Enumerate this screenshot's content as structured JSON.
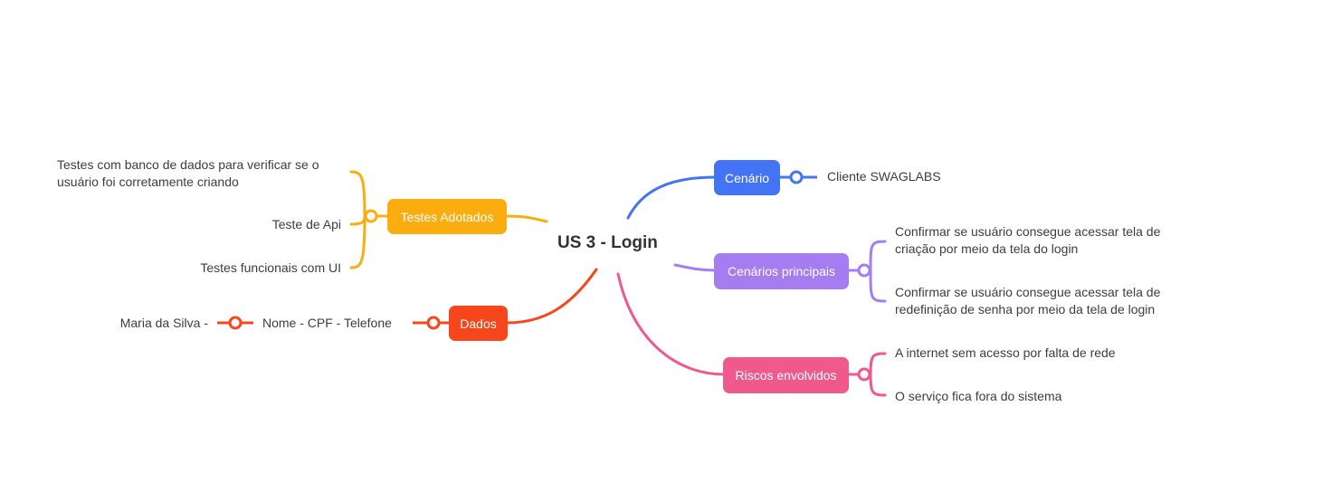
{
  "root": {
    "label": "US 3 - Login"
  },
  "colors": {
    "cenario": "#4374f5",
    "cenarios_principais": "#a57df0",
    "riscos": "#f0598c",
    "testes": "#fbad0f",
    "dados": "#f7461c"
  },
  "branches": {
    "cenario": {
      "label": "Cenário",
      "children": [
        "Cliente SWAGLABS"
      ]
    },
    "cenarios_principais": {
      "label": "Cenários principais",
      "children": [
        [
          "Confirmar se usuário consegue acessar tela de",
          "criação por meio da tela do login"
        ],
        [
          "Confirmar se usuário consegue acessar tela de",
          "redefinição de senha por meio da tela de login"
        ]
      ]
    },
    "riscos": {
      "label": "Riscos envolvidos",
      "children": [
        "A internet sem acesso por falta de rede",
        "O serviço fica fora do sistema"
      ]
    },
    "testes": {
      "label": "Testes Adotados",
      "children": [
        [
          "Testes com banco de dados para verificar se o",
          "usuário foi corretamente criando"
        ],
        "Teste de Api",
        "Testes funcionais com UI"
      ]
    },
    "dados": {
      "label": "Dados",
      "child": "Nome - CPF - Telefone",
      "grandchild": "Maria da Silva -"
    }
  }
}
